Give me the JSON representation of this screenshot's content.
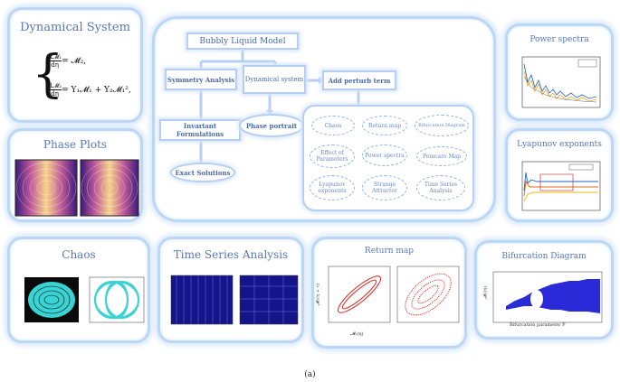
{
  "center": {
    "title": "Bubbly Liquid Model",
    "symmetry": "Symmetry Analysis",
    "dynamical": "Dynamical system",
    "perturb": "Add perturb term",
    "invariant": "Invariant Formulations",
    "phase_portrait": "Phase portrait",
    "exact": "Exact Solutions",
    "ovals": [
      "Chaos",
      "Return map",
      "Bifurcation Diagram",
      "Effect of Parameters",
      "Power spectra",
      "Poincare Map",
      "Lyapunov exponents",
      "Strange Attractor",
      "Time Series Analysis"
    ]
  },
  "panels": {
    "dynamical_system": "Dynamical System",
    "phase_plots": "Phase Plots",
    "chaos": "Chaos",
    "time_series": "Time Series Analysis",
    "return_map": "Return map",
    "bifurcation": "Bifurcation Diagram",
    "power_spectra": "Power spectra",
    "lyapunov": "Lyapunov exponents"
  },
  "equations": {
    "eq1_lhs_num": "d𝓜₁",
    "eq1_lhs_den": "dη",
    "eq1_rhs": " = 𝓜₂,",
    "eq2_lhs_num": "d𝓜₂",
    "eq2_lhs_den": "dη",
    "eq2_rhs": " = Υ₁𝓜₁ + Υ₂𝓜₁²,"
  },
  "plot_labels": {
    "return_y": "𝓜₁(η + τ)",
    "return_x": "𝓜₁(η)",
    "bif_x": "Bifurcation parameter P",
    "bif_y": "𝓜₁(η)"
  },
  "caption": "(a)"
}
